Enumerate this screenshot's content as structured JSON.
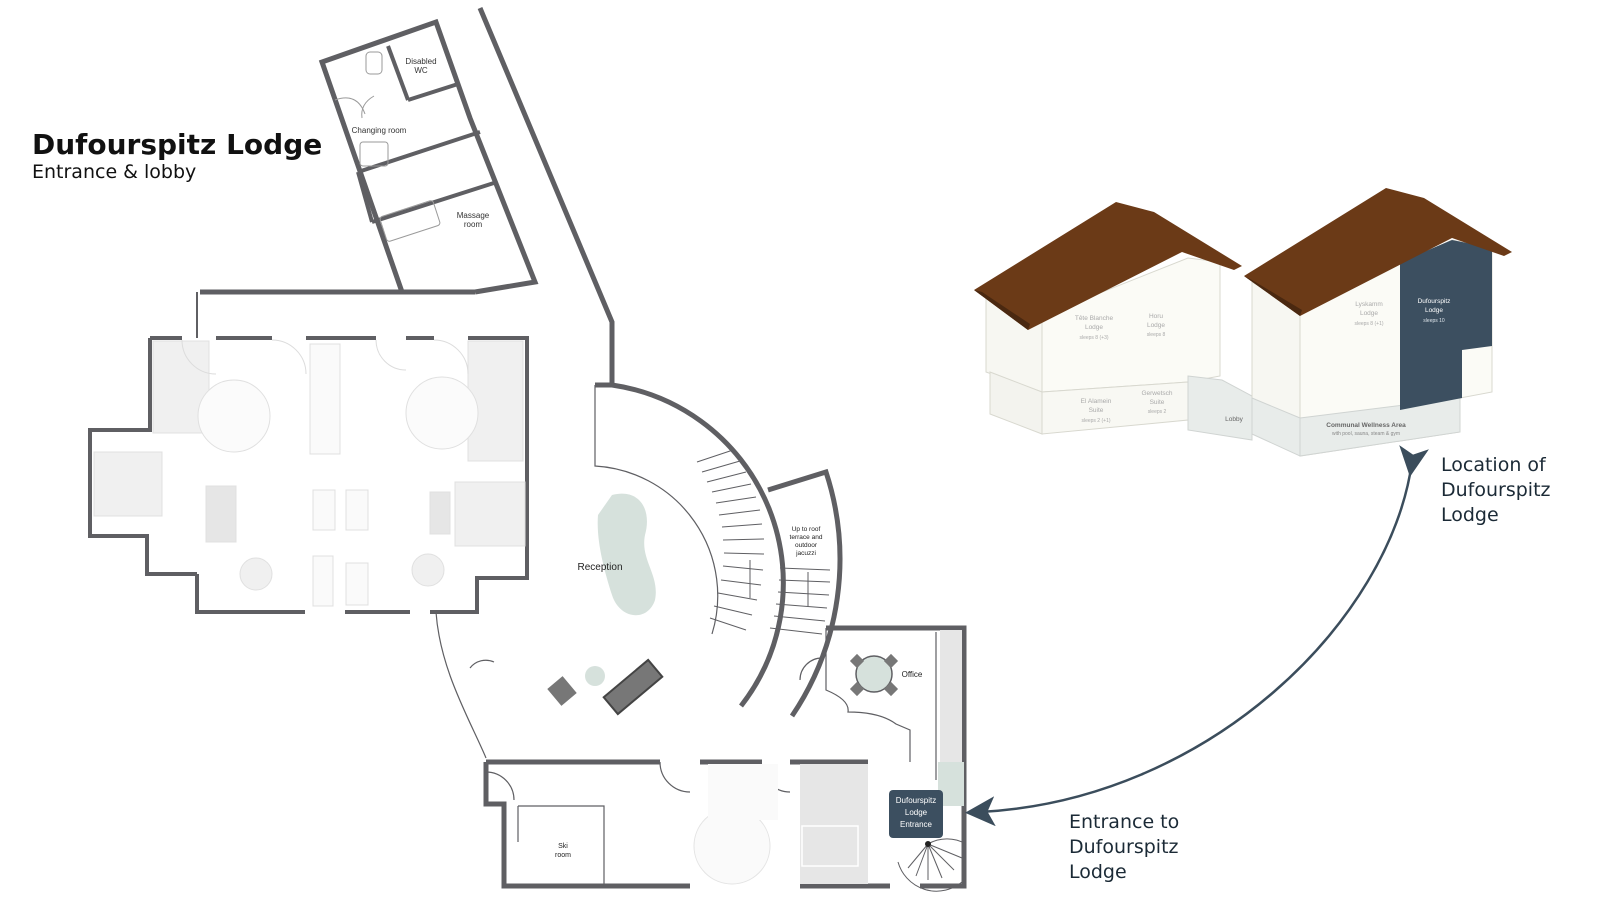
{
  "header": {
    "title": "Dufourspitz Lodge",
    "subtitle": "Entrance & lobby"
  },
  "rooms": {
    "disabled_wc": [
      "Disabled",
      "WC"
    ],
    "changing_room": "Changing room",
    "massage_room": [
      "Massage",
      "room"
    ],
    "reception": "Reception",
    "stairs_up": [
      "Up to roof",
      "terrace and",
      "outdoor",
      "jacuzzi"
    ],
    "office": "Office",
    "ski_room": [
      "Ski",
      "room"
    ],
    "entrance_badge": [
      "Dufourspitz",
      "Lodge",
      "Entrance"
    ]
  },
  "building": {
    "units": [
      {
        "name": [
          "Tête Blanche",
          "Lodge"
        ],
        "sleeps": "sleeps 8 (+3)"
      },
      {
        "name": [
          "Horu",
          "Lodge"
        ],
        "sleeps": "sleeps 8"
      },
      {
        "name": [
          "El Alamein",
          "Suite"
        ],
        "sleeps": "sleeps 2 (+1)"
      },
      {
        "name": [
          "Gerwetsch",
          "Suite"
        ],
        "sleeps": "sleeps 2"
      },
      {
        "name": [
          "Lyskamm",
          "Lodge"
        ],
        "sleeps": "sleeps 8 (+1)"
      },
      {
        "name": [
          "Dufourspitz",
          "Lodge"
        ],
        "sleeps": "sleeps 10"
      }
    ],
    "lobby": "Lobby",
    "wellness": "Communal Wellness Area",
    "wellness_sub": "with pool, sauna, steam & gym"
  },
  "callouts": {
    "location": "Location of\nDufourspitz\nLodge",
    "entrance": "Entrance to\nDufourspitz\nLodge"
  },
  "colors": {
    "wall": "#5f5f63",
    "roof": "#6b3a17",
    "highlight": "#3c4f60",
    "arrow": "#3b4d5c"
  }
}
